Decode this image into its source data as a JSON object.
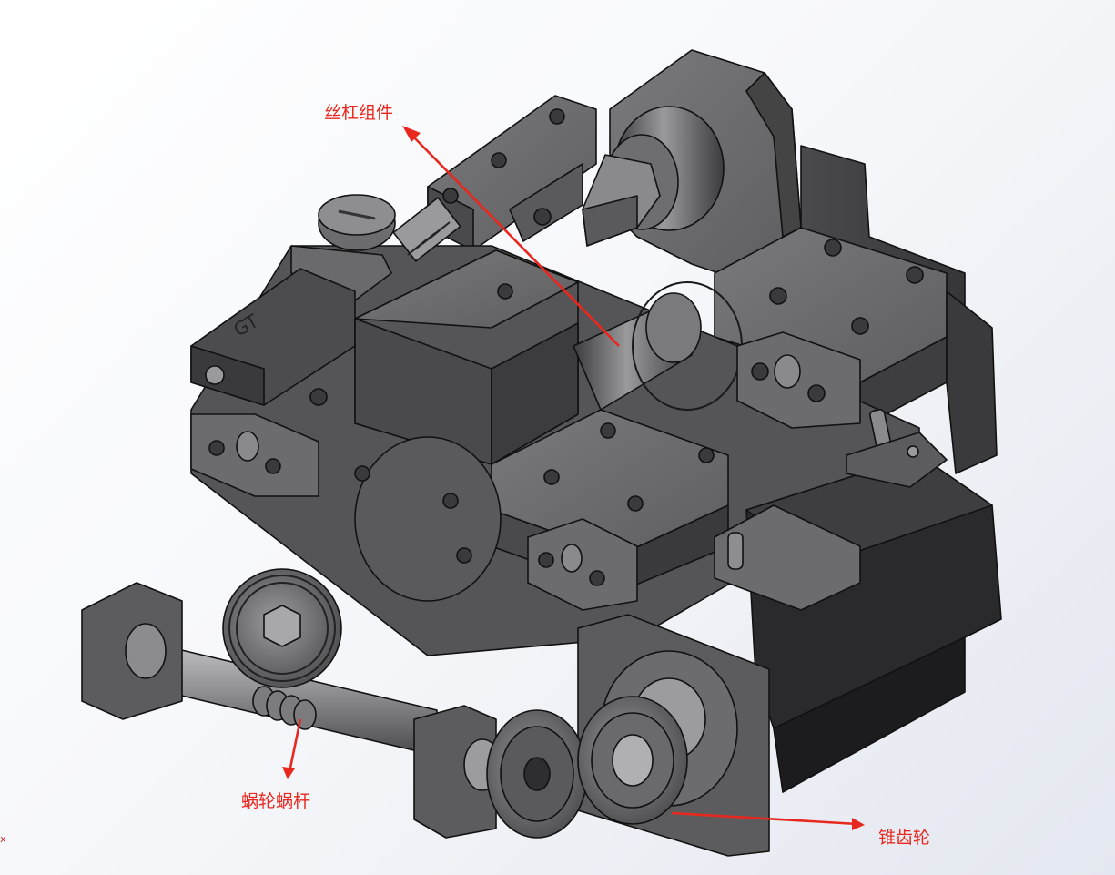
{
  "labels": {
    "lead_screw": "丝杠组件",
    "worm_gear": "蜗轮蜗杆",
    "bevel_gear": "锥齿轮"
  },
  "axis_mark": "x",
  "colors": {
    "callout": "#e8281e",
    "part": "#5a5a5c",
    "part_dark": "#2e2e30",
    "edge": "#111111"
  }
}
